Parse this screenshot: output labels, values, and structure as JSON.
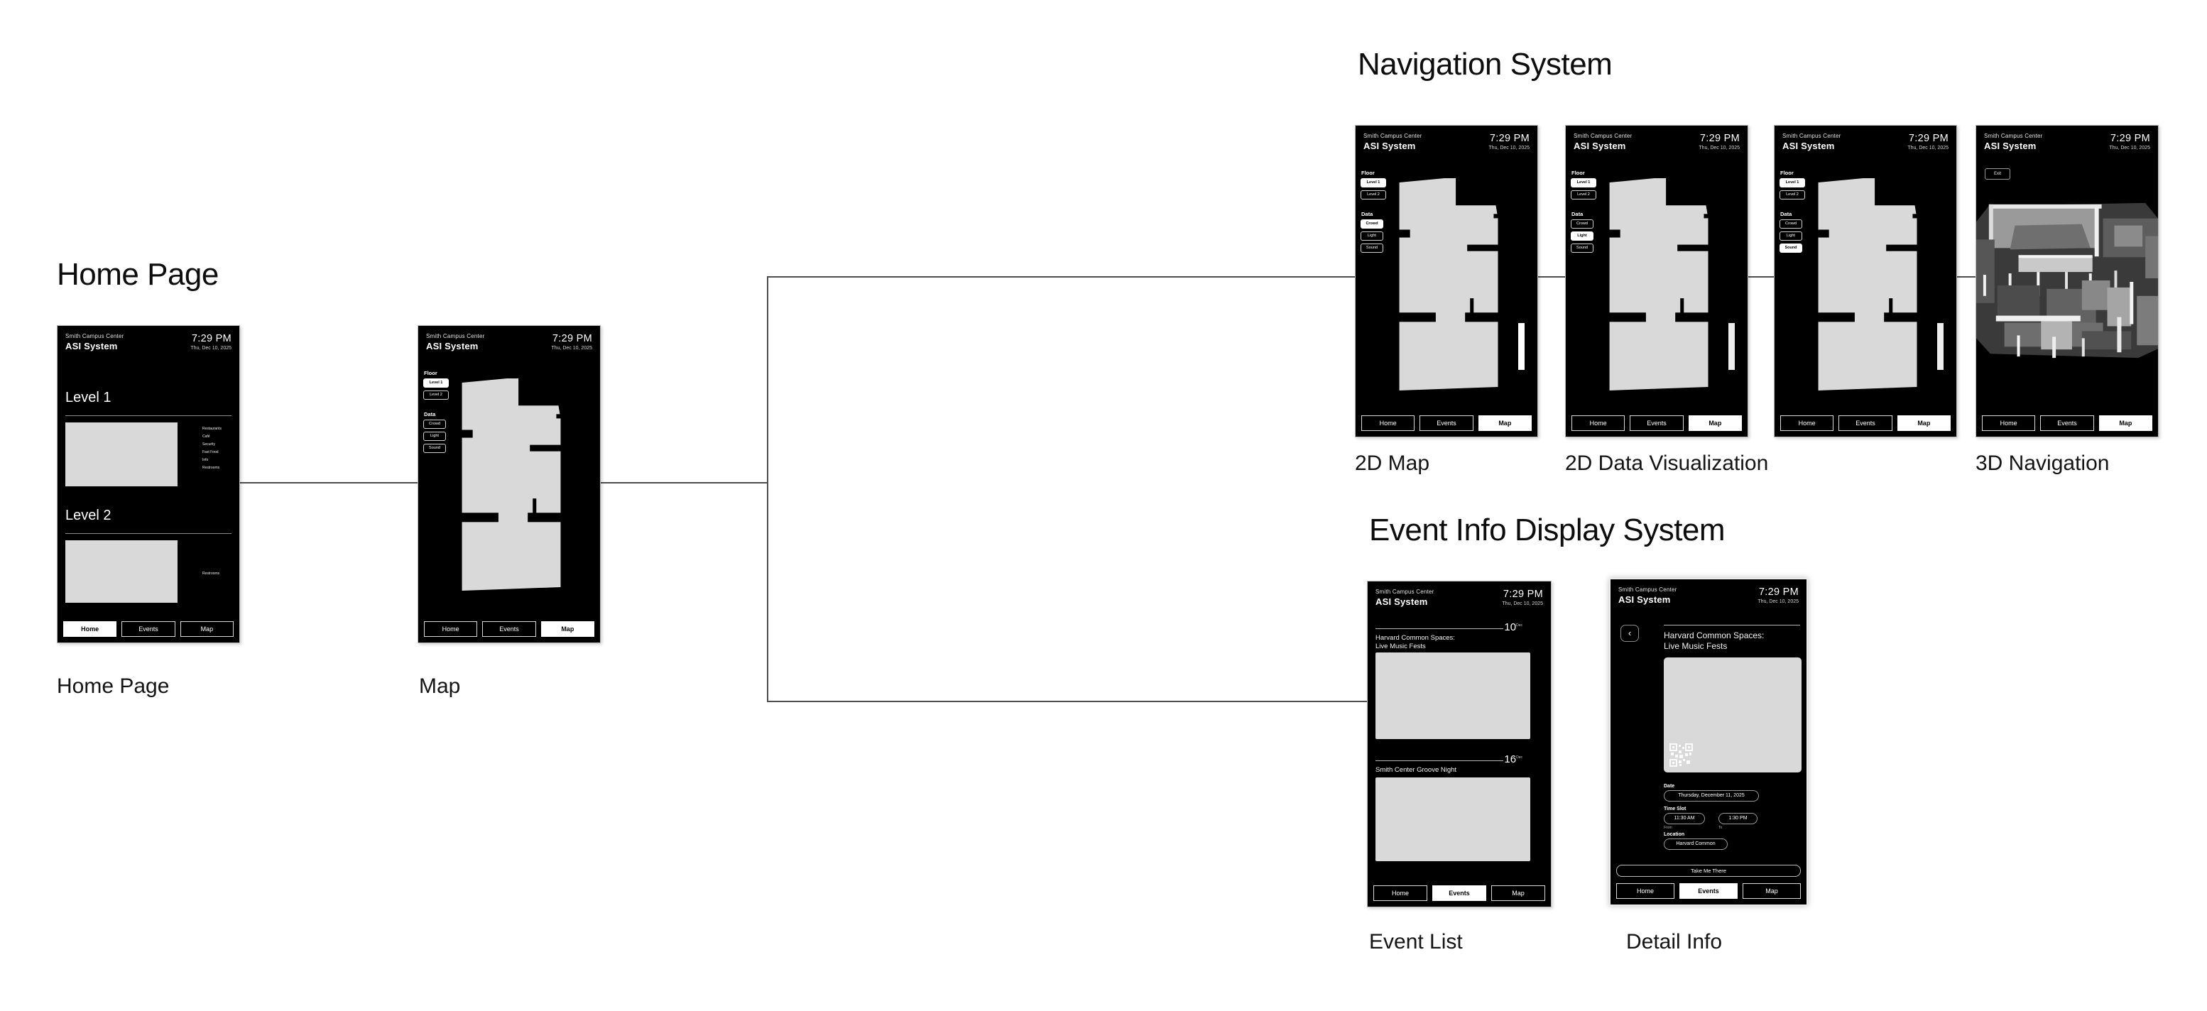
{
  "headings": {
    "home": "Home Page",
    "navigation": "Navigation System",
    "event_info": "Event Info Display System"
  },
  "captions": {
    "home": "Home Page",
    "map": "Map",
    "map2d": "2D Map",
    "dataviz": "2D Data Visualization",
    "nav3d": "3D Navigation",
    "event_list": "Event List",
    "detail": "Detail Info"
  },
  "phone_common": {
    "location": "Smith Campus Center",
    "app": "ASI System",
    "time": "7:29 PM",
    "date": "Thu, Dec 10, 2025",
    "tabs": [
      "Home",
      "Events",
      "Map"
    ]
  },
  "home_phone": {
    "sections": [
      {
        "title": "Level 1",
        "labels": [
          "Restaurants",
          "Café",
          "Security",
          "Fast Food",
          "Info",
          "Restrooms"
        ]
      },
      {
        "title": "Level 2",
        "labels": [
          "Restrooms"
        ]
      }
    ]
  },
  "map_controls": {
    "floor_label": "Floor",
    "floors": [
      "Level 1",
      "Level 2"
    ],
    "data_label": "Data",
    "data": [
      "Crowd",
      "Light",
      "Sound"
    ]
  },
  "nav3d": {
    "exit": "Exit"
  },
  "events": [
    {
      "line1": "Harvard Common Spaces:",
      "line2": "Live Music Fests",
      "day": "10",
      "month": "Dec"
    },
    {
      "line1": "Smith Center Groove Night",
      "line2": "",
      "day": "16",
      "month": "Dec"
    }
  ],
  "detail": {
    "back": "‹",
    "title1": "Harvard Common Spaces:",
    "title2": "Live Music Fests",
    "date_label": "Date",
    "date_value": "Thursday, December 11, 2025",
    "time_label": "Time Slot",
    "from": "11:30 AM",
    "to": "1:30 PM",
    "from_label": "From",
    "to_label": "To",
    "location_label": "Location",
    "location_value": "Harvard Common",
    "cta": "Take Me There"
  },
  "colors": {
    "page_bg": "#ffffff",
    "phone_bg": "#000000",
    "placeholder": "#d9d9d9",
    "connector": "#4d4d4d"
  }
}
